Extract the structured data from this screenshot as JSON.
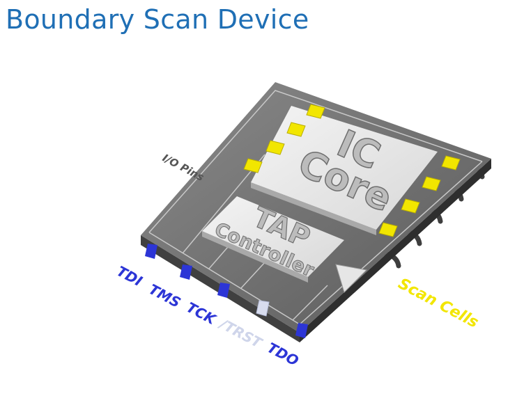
{
  "title": "Boundary Scan Device",
  "core": {
    "line1": "IC",
    "line2": "Core"
  },
  "tap": {
    "line1": "TAP",
    "line2": "Controller"
  },
  "labels": {
    "io_pins": "I/O Pins",
    "scan_cells": "Scan Cells"
  },
  "pins": [
    {
      "name": "TDI",
      "color": "#2c35d6"
    },
    {
      "name": "TMS",
      "color": "#2c35d6"
    },
    {
      "name": "TCK",
      "color": "#2c35d6"
    },
    {
      "name": "/TRST",
      "color": "#cfd5ea"
    },
    {
      "name": "TDO",
      "color": "#2c35d6"
    }
  ],
  "colors": {
    "title": "#1f6fb5",
    "chip": "#6e6e6e",
    "block": "#e8e8e8",
    "scan_cell": "#f2e600",
    "scan_label": "#f2e600",
    "jtag_pin": "#2c35d6"
  }
}
